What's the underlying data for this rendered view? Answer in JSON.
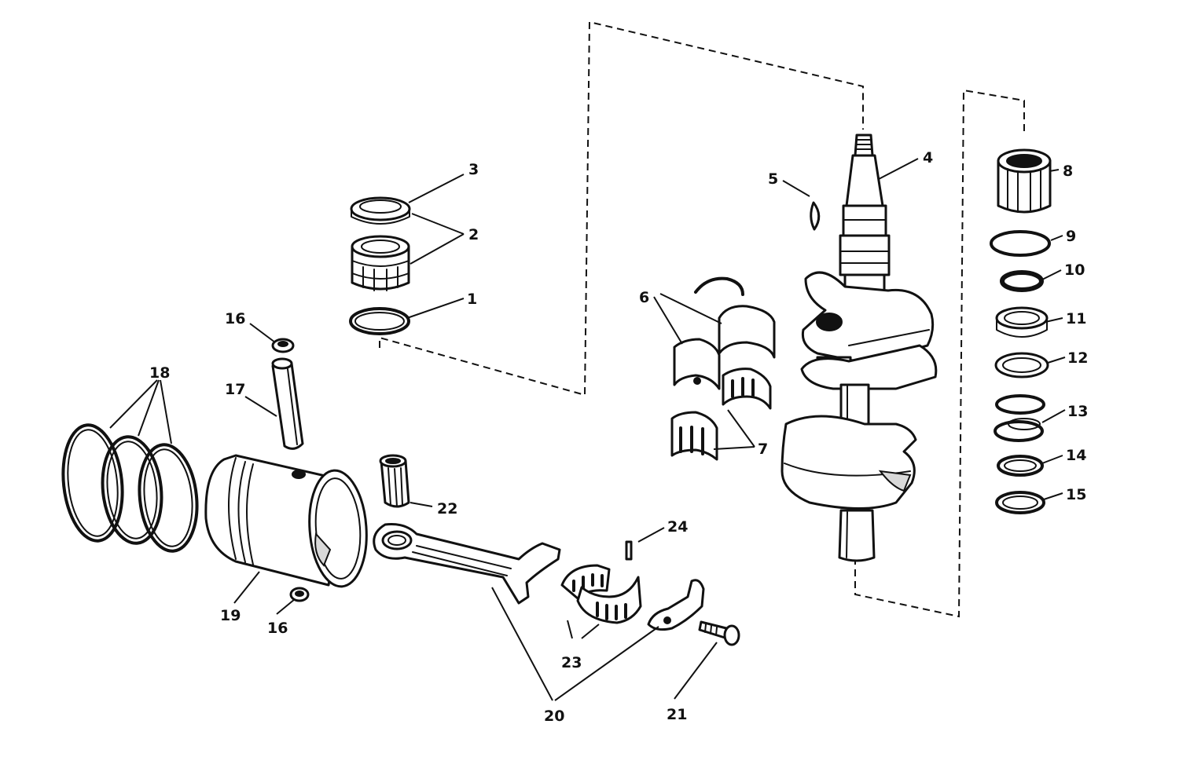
{
  "callouts": {
    "c1": "1",
    "c2": "2",
    "c3": "3",
    "c4": "4",
    "c5": "5",
    "c6": "6",
    "c7": "7",
    "c8": "8",
    "c9": "9",
    "c10": "10",
    "c11": "11",
    "c12": "12",
    "c13": "13",
    "c14": "14",
    "c15": "15",
    "c16a": "16",
    "c16b": "16",
    "c17": "17",
    "c18": "18",
    "c19": "19",
    "c20": "20",
    "c21": "21",
    "c22": "22",
    "c23": "23",
    "c24": "24"
  },
  "colors": {
    "ink": "#111111",
    "paper": "#ffffff",
    "shade": "#d9d9d9"
  }
}
